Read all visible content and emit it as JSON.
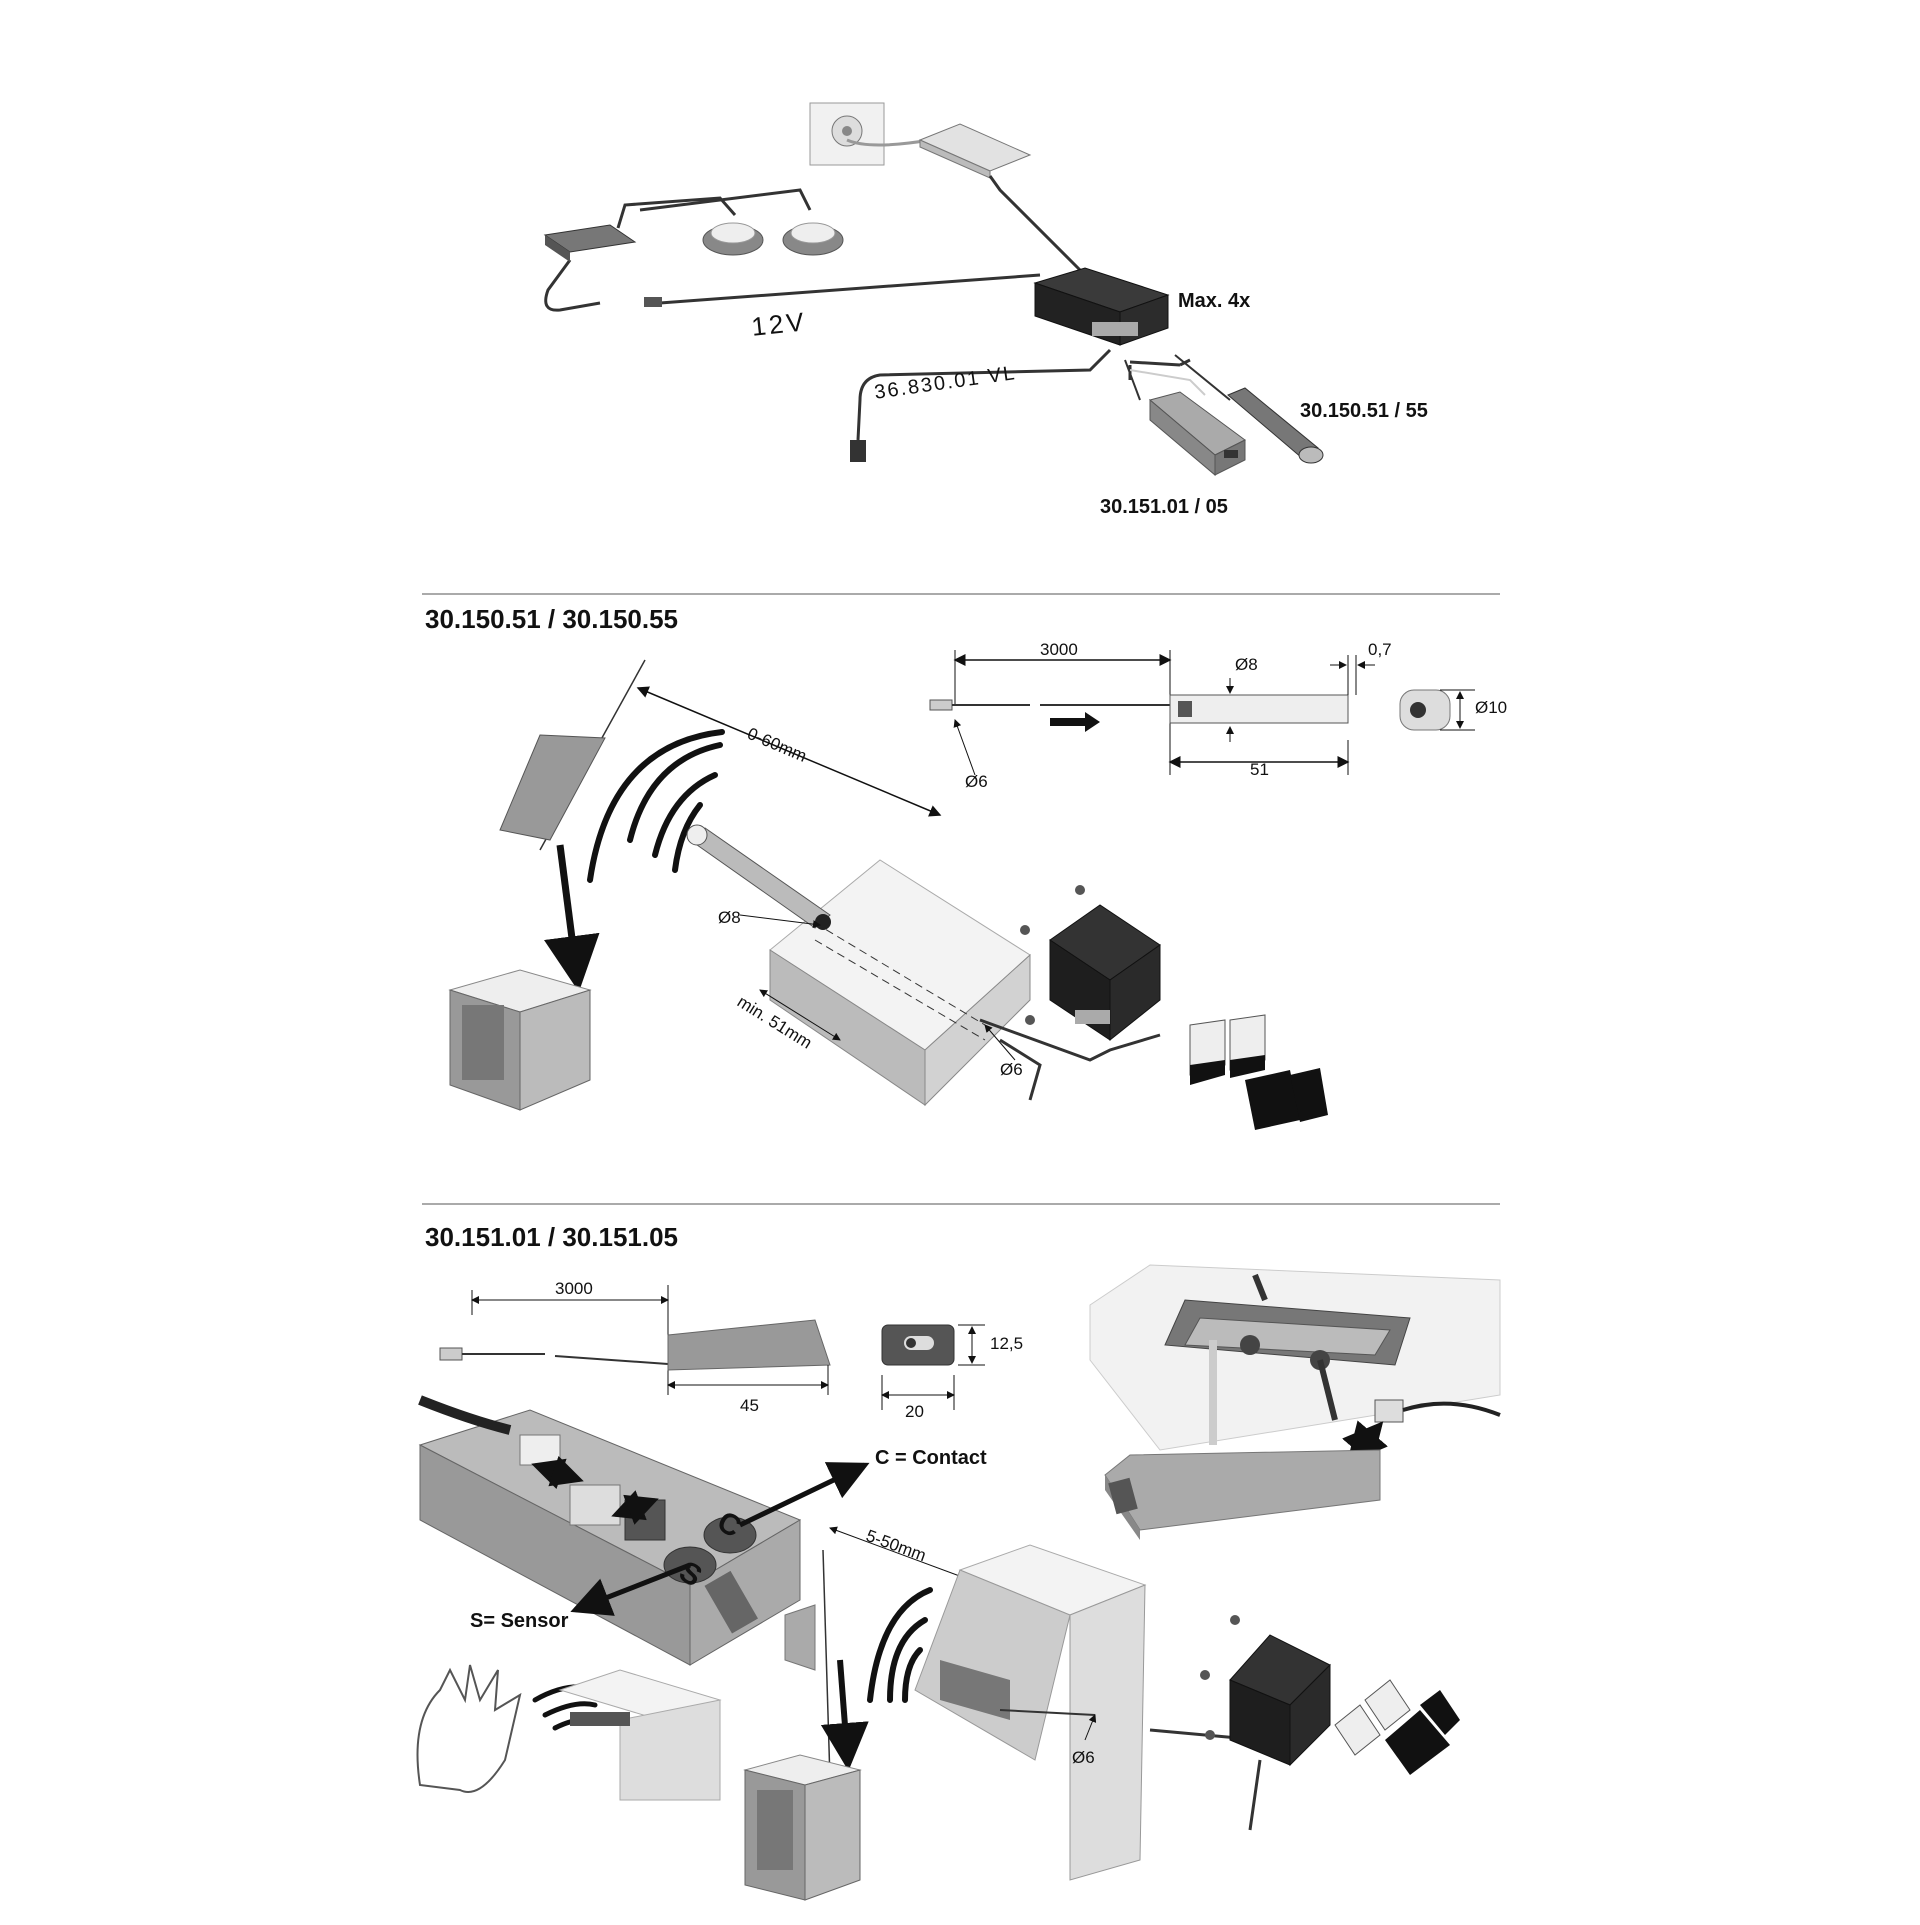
{
  "wiring": {
    "label_12v": "12V",
    "label_max": "Max. 4x",
    "label_cable": "36.830.01 VL",
    "label_sensor_stick": "30.150.51 / 55",
    "label_sensor_block": "30.151.01 / 05"
  },
  "section_1": {
    "title": "30.150.51 / 30.150.55",
    "dims": {
      "cable_length": "3000",
      "diameter_body": "Ø8",
      "lip": "0,7",
      "diameter_head": "Ø10",
      "length_body": "51",
      "diameter_cable": "Ø6",
      "distance": "0-60mm",
      "diameter_drill": "Ø8",
      "min_depth": "min. 51mm",
      "diameter_drill_cable": "Ø6"
    }
  },
  "section_2": {
    "title": "30.151.01 / 30.151.05",
    "dims": {
      "cable_length": "3000",
      "length_body": "45",
      "height": "12,5",
      "width": "20",
      "distance": "5-50mm",
      "diameter_cable": "Ø6"
    },
    "callouts": {
      "contact": "C = Contact",
      "sensor": "S= Sensor",
      "letter_c": "C",
      "letter_s": "S"
    }
  }
}
